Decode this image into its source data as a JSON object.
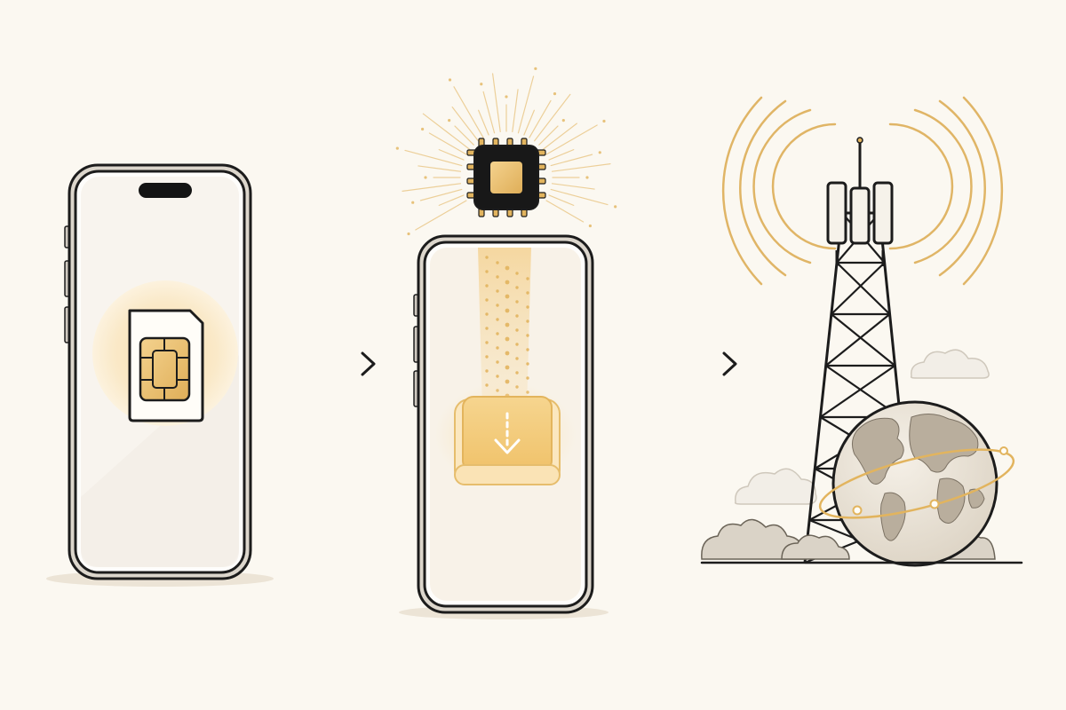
{
  "diagram": {
    "kind": "esim-activation-flow",
    "steps": [
      {
        "id": "physical-sim-phone",
        "icon": "sim-card-icon"
      },
      {
        "id": "esim-download-phone",
        "icon": "esim-chip-icon"
      },
      {
        "id": "carrier-network",
        "icon": "cell-tower-icon"
      }
    ],
    "connectors": [
      {
        "from": "physical-sim-phone",
        "to": "esim-download-phone",
        "icon": "arrow-right-icon"
      },
      {
        "from": "esim-download-phone",
        "to": "carrier-network",
        "icon": "arrow-right-icon"
      }
    ],
    "colors": {
      "background": "#fbf8f1",
      "outline": "#1c1c1c",
      "gold": "#e2b45e",
      "gold_light": "#f7dfae",
      "gold_pale": "#fbeed3",
      "screen": "#f8f4ee",
      "globe_fill": "#eae3d7",
      "land": "#b9ae9d",
      "cloud": "#d9d3c8"
    }
  }
}
